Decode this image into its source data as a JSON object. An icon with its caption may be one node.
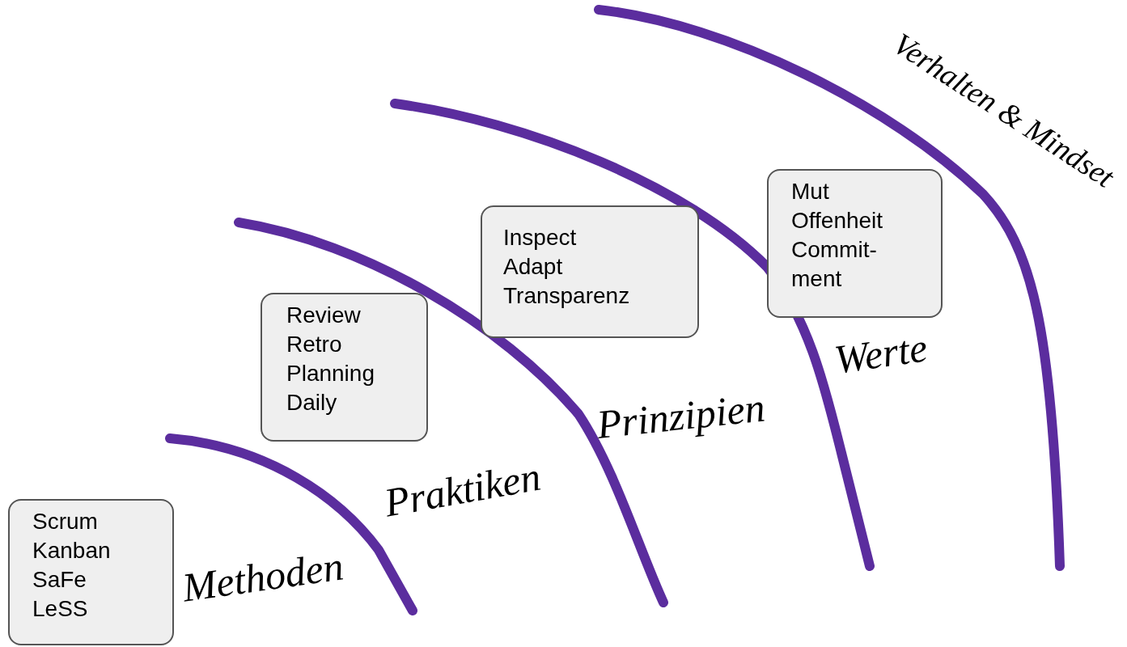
{
  "diagram": {
    "nodes": [
      {
        "text": [
          "Scrum",
          "Kanban",
          "SaFe",
          "LeSS"
        ]
      },
      {
        "text": [
          "Review",
          "Retro",
          "Planning",
          "Daily"
        ]
      },
      {
        "text": [
          "Inspect",
          "Adapt",
          "Transparenz"
        ]
      },
      {
        "text": [
          "Mut",
          "Offenheit",
          "Commit- ment"
        ]
      }
    ],
    "labels": [
      "Verhalten & Mindset",
      "Werte",
      "Prinzipien",
      "Praktiken",
      "Methoden"
    ]
  }
}
